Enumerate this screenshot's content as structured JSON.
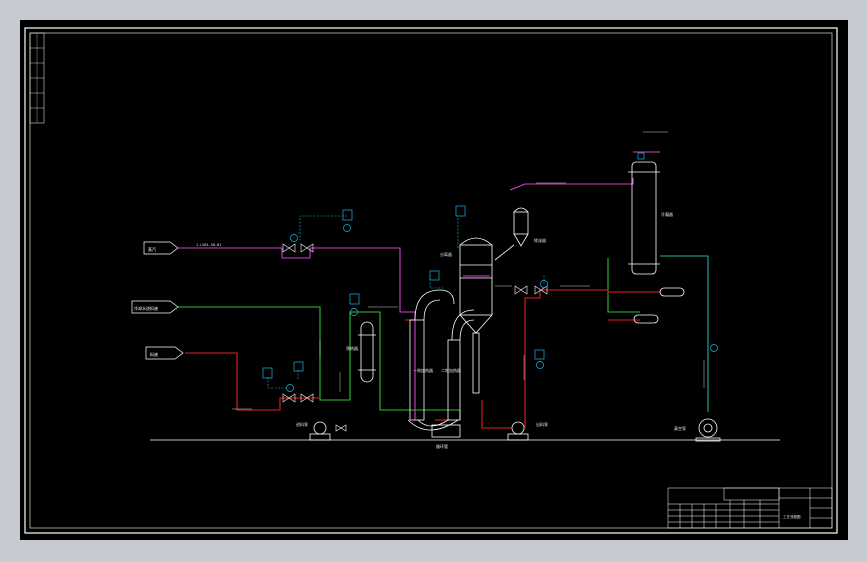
{
  "drawing": {
    "background": "#000000",
    "frame_color": "#ffffff",
    "colors": {
      "steam": "#d23fd2",
      "product": "#e02020",
      "cooling": "#2ec22e",
      "water": "#20b0a0",
      "instrument": "#18b8e8",
      "signal": "#18b8e8",
      "equipment": "#ffffff"
    }
  },
  "inlets": {
    "steam": "蒸汽",
    "cooling": "冷却水进料液",
    "feed": "料液"
  },
  "equipment": {
    "preheater": "预热器",
    "effect1": "一效加热器",
    "effect2": "二效加热器",
    "separator": "分离器",
    "cyclone": "除沫器",
    "condenser": "冷凝器",
    "feed_pump": "进料泵",
    "transfer_pump": "出料泵",
    "vacuum_pump": "真空泵",
    "bottom_label": "循环管"
  },
  "title_block": {
    "drawing_title": "工艺流程图"
  }
}
